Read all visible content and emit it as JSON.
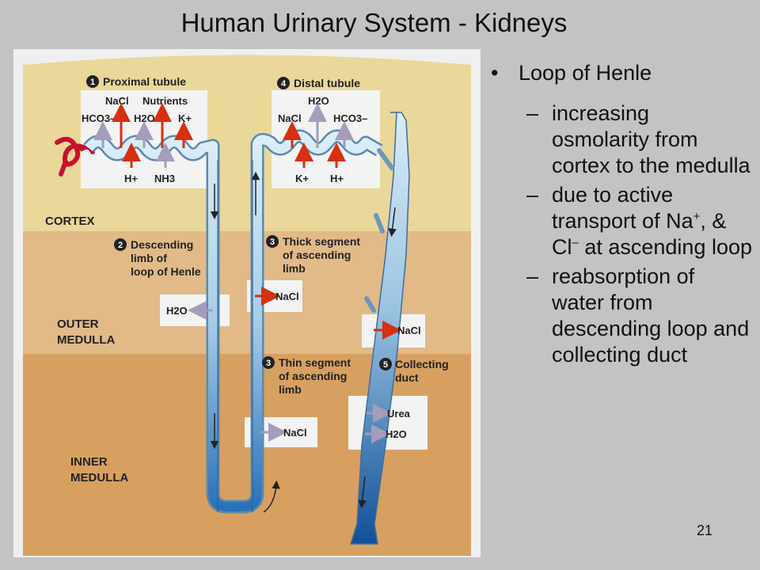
{
  "slide": {
    "title": "Human Urinary System - Kidneys",
    "page_number": "21"
  },
  "bullets": {
    "main": "Loop of Henle",
    "sub1": "increasing osmolarity from cortex to the medulla",
    "sub2_a": "due to active transport of Na",
    "sub2_sup1": "+",
    "sub2_b": ", & Cl",
    "sub2_sup2": "–",
    "sub2_c": " at ascending loop",
    "sub3": "reabsorption of water from descending loop and collecting duct"
  },
  "diagram": {
    "zones": {
      "cortex": "CORTEX",
      "outer1": "OUTER",
      "outer2": "MEDULLA",
      "inner1": "INNER",
      "inner2": "MEDULLA"
    },
    "steps": {
      "n1": "1",
      "s1": "Proximal tubule",
      "n2": "2",
      "s2a": "Descending",
      "s2b": "limb of",
      "s2c": "loop of Henle",
      "n3a": "3",
      "s3a1": "Thick segment",
      "s3a2": "of ascending",
      "s3a3": "limb",
      "n3b": "3",
      "s3b1": "Thin segment",
      "s3b2": "of ascending",
      "s3b3": "limb",
      "n4": "4",
      "s4": "Distal tubule",
      "n5": "5",
      "s5a": "Collecting",
      "s5b": "duct"
    },
    "box1": {
      "nacl": "NaCl",
      "nutrients": "Nutrients",
      "hco3": "HCO3–",
      "h2o": "H2O",
      "k": "K+",
      "h": "H+",
      "nh3": "NH3"
    },
    "box4": {
      "h2o": "H2O",
      "nacl": "NaCl",
      "hco3": "HCO3–",
      "k": "K+",
      "h": "H+"
    },
    "box_h2o_desc": "H2O",
    "box_nacl_thick": "NaCl",
    "box_nacl_duct": "NaCl",
    "box_nacl_thin": "NaCl",
    "box_duct": {
      "urea": "Urea",
      "h2o": "H2O"
    },
    "colors": {
      "cortex": "#ead79a",
      "outer_medulla": "#e1ba88",
      "inner_medulla": "#d8a060",
      "tubule": "#d6e9f4",
      "red_arrow": "#d63010",
      "gray_arrow": "#a69cbc",
      "duct_dark": "#1a5fa8"
    }
  }
}
